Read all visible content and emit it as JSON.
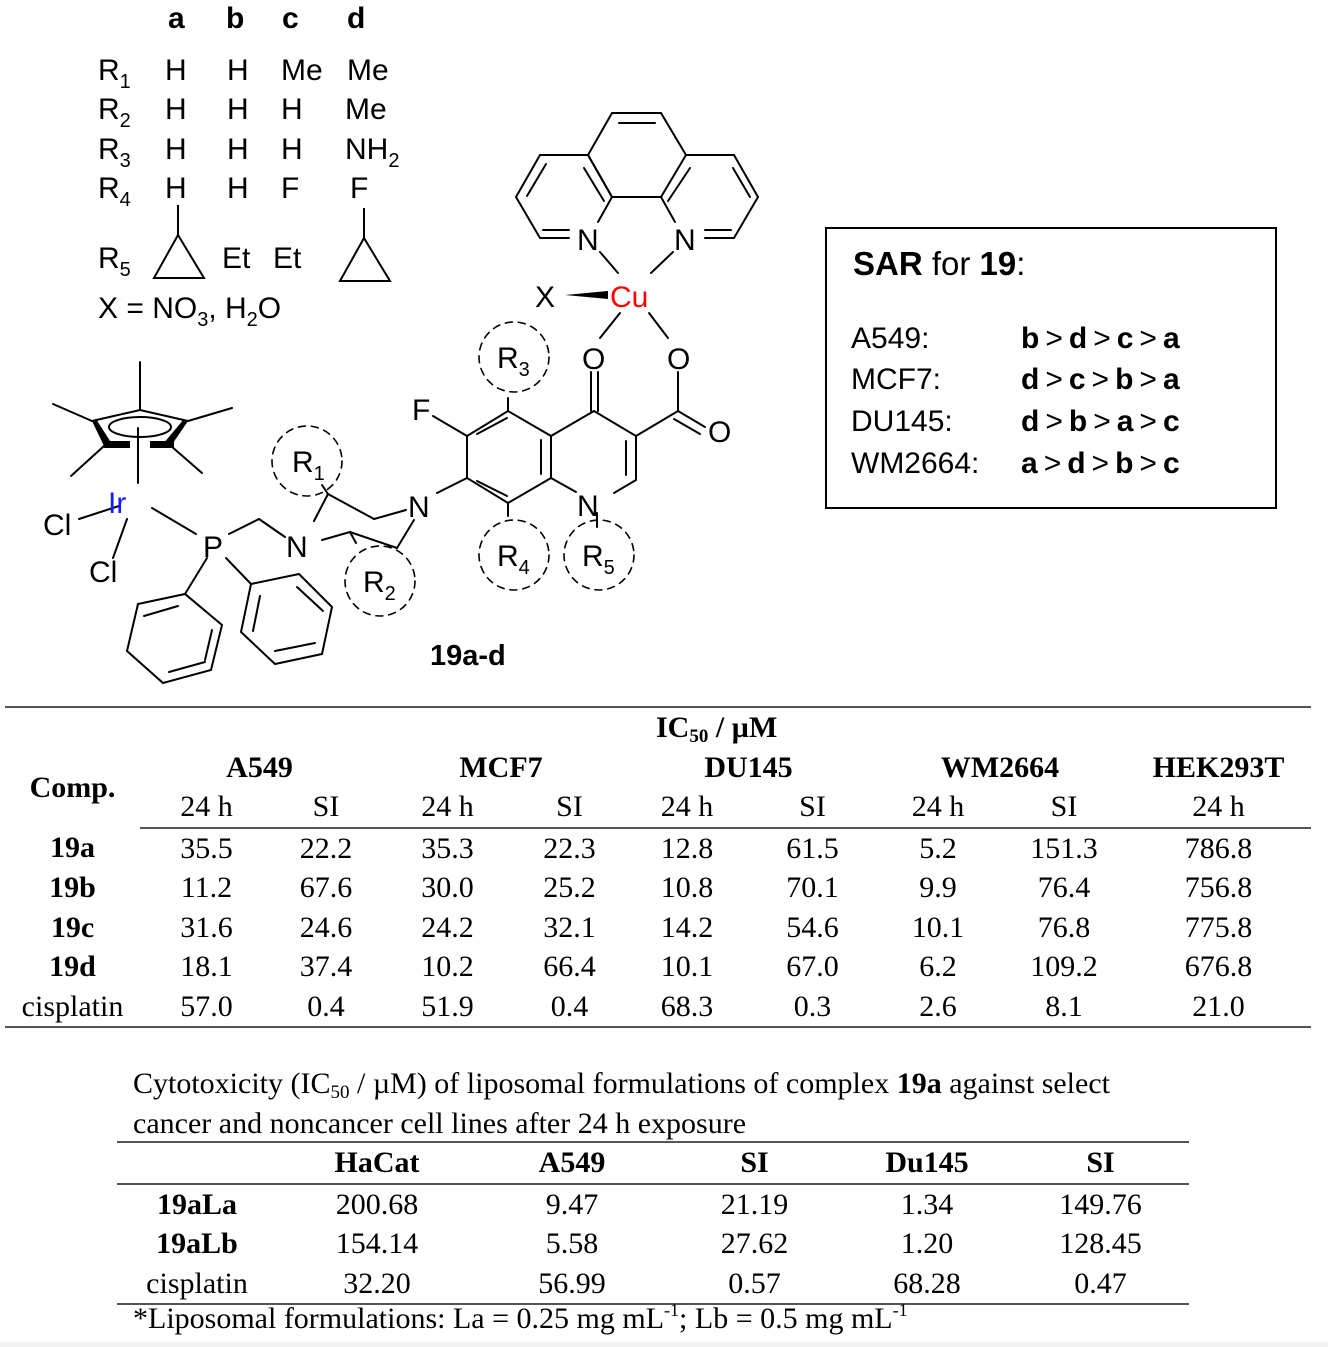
{
  "legend": {
    "columns": [
      "a",
      "b",
      "c",
      "d"
    ],
    "rows": [
      {
        "label": "R",
        "sub": "1",
        "values": [
          "H",
          "H",
          "Me",
          "Me"
        ]
      },
      {
        "label": "R",
        "sub": "2",
        "values": [
          "H",
          "H",
          "H",
          "Me"
        ]
      },
      {
        "label": "R",
        "sub": "3",
        "values": [
          "H",
          "H",
          "H",
          "NH2"
        ]
      },
      {
        "label": "R",
        "sub": "4",
        "values": [
          "H",
          "H",
          "F",
          "F"
        ]
      },
      {
        "label": "R",
        "sub": "5",
        "values": [
          "cyclopropyl",
          "Et",
          "Et",
          "cyclopropyl"
        ]
      }
    ],
    "r3_d_main": "NH",
    "r3_d_sub": "2",
    "x_def_prefix": "X = NO",
    "x_def_sub1": "3",
    "x_def_mid": ", H",
    "x_def_sub2": "2",
    "x_def_suffix": "O"
  },
  "structure": {
    "compound_label": "19a-d",
    "metal_ir": "Ir",
    "metal_cu": "Cu",
    "ir_color": "#1a1aff",
    "cu_color": "#ff0000",
    "atoms": {
      "cl1": "Cl",
      "cl2": "Cl",
      "p": "P",
      "n_pip1": "N",
      "n_pip2": "N",
      "f": "F",
      "n_quin": "N",
      "x": "X",
      "n_phen1": "N",
      "n_phen2": "N",
      "o1": "O",
      "o2": "O",
      "o3": "O",
      "r1": "R",
      "r1_sub": "1",
      "r2": "R",
      "r2_sub": "2",
      "r3": "R",
      "r3_sub": "3",
      "r4": "R",
      "r4_sub": "4",
      "r5": "R",
      "r5_sub": "5"
    }
  },
  "sar": {
    "title_bold1": "SAR",
    "title_mid": " for ",
    "title_bold2": "19",
    "title_end": ":",
    "rows": [
      {
        "cell_line": "A549:",
        "order": [
          "b",
          "d",
          "c",
          "a"
        ]
      },
      {
        "cell_line": "MCF7:",
        "order": [
          "d",
          "c",
          "b",
          "a"
        ]
      },
      {
        "cell_line": "DU145:",
        "order": [
          "d",
          "b",
          "a",
          "c"
        ]
      },
      {
        "cell_line": "WM2664:",
        "order": [
          "a",
          "d",
          "b",
          "c"
        ]
      }
    ],
    "separator": ">"
  },
  "table1": {
    "title_main": "IC",
    "title_sub": "50",
    "title_unit": " / µM",
    "comp_header": "Comp.",
    "cell_lines": [
      "A549",
      "MCF7",
      "DU145",
      "WM2664",
      "HEK293T"
    ],
    "subheaders": [
      "24 h",
      "SI",
      "24 h",
      "SI",
      "24 h",
      "SI",
      "24 h",
      "SI",
      "24 h"
    ],
    "rows": [
      {
        "comp": "19a",
        "bold": true,
        "values": [
          "35.5",
          "22.2",
          "35.3",
          "22.3",
          "12.8",
          "61.5",
          "5.2",
          "151.3",
          "786.8"
        ]
      },
      {
        "comp": "19b",
        "bold": true,
        "values": [
          "11.2",
          "67.6",
          "30.0",
          "25.2",
          "10.8",
          "70.1",
          "9.9",
          "76.4",
          "756.8"
        ]
      },
      {
        "comp": "19c",
        "bold": true,
        "values": [
          "31.6",
          "24.6",
          "24.2",
          "32.1",
          "14.2",
          "54.6",
          "10.1",
          "76.8",
          "775.8"
        ]
      },
      {
        "comp": "19d",
        "bold": true,
        "values": [
          "18.1",
          "37.4",
          "10.2",
          "66.4",
          "10.1",
          "67.0",
          "6.2",
          "109.2",
          "676.8"
        ]
      },
      {
        "comp": "cisplatin",
        "bold": false,
        "values": [
          "57.0",
          "0.4",
          "51.9",
          "0.4",
          "68.3",
          "0.3",
          "2.6",
          "8.1",
          "21.0"
        ]
      }
    ]
  },
  "table2": {
    "caption_part1": "Cytotoxicity (IC",
    "caption_sub": "50",
    "caption_part2": " / µM) of liposomal formulations of complex ",
    "caption_bold": "19a",
    "caption_part3": " against select cancer and noncancer cell lines after 24 h exposure",
    "headers": [
      "",
      "HaCat",
      "A549",
      "SI",
      "Du145",
      "SI"
    ],
    "rows": [
      {
        "comp": "19aLa",
        "bold": true,
        "values": [
          "200.68",
          "9.47",
          "21.19",
          "1.34",
          "149.76"
        ]
      },
      {
        "comp": "19aLb",
        "bold": true,
        "values": [
          "154.14",
          "5.58",
          "27.62",
          "1.20",
          "128.45"
        ]
      },
      {
        "comp": "cisplatin",
        "bold": false,
        "values": [
          "32.20",
          "56.99",
          "0.57",
          "68.28",
          "0.47"
        ]
      }
    ],
    "footnote_part1": "*Liposomal formulations: La = 0.25 mg mL",
    "footnote_sup1": "-1",
    "footnote_part2": "; Lb = 0.5 mg mL",
    "footnote_sup2": "-1"
  }
}
